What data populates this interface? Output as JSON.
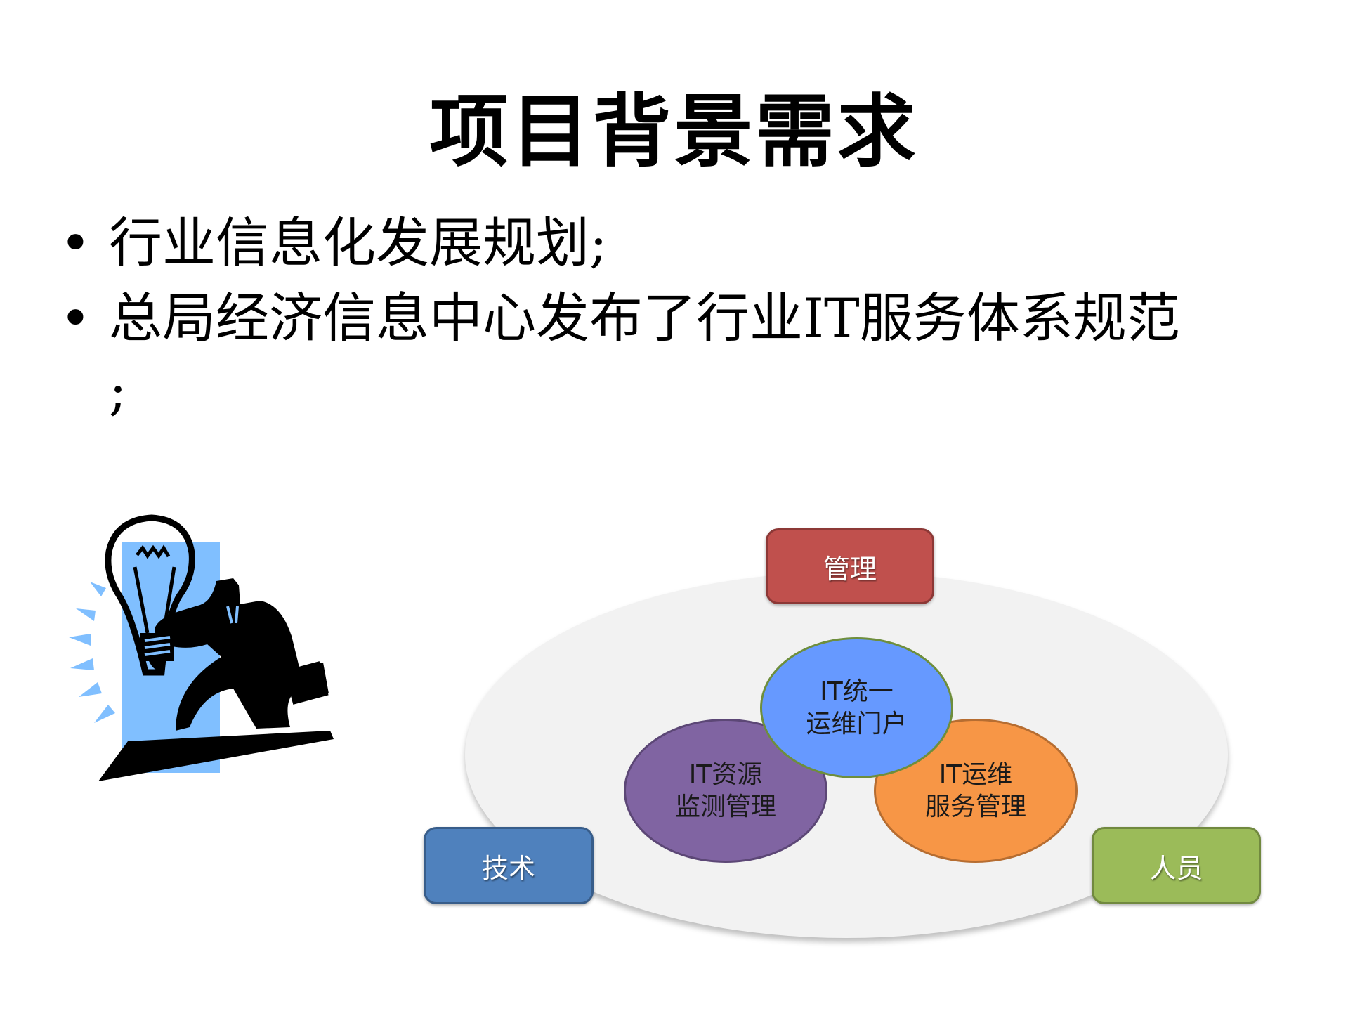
{
  "slide": {
    "title": "项目背景需求",
    "bullets": [
      {
        "marker": "•",
        "text": "行业信息化发展规划;"
      },
      {
        "marker": "•",
        "text": "总局经济信息中心发布了行业IT服务体系规范"
      }
    ],
    "bullet2_continuation": ";"
  },
  "clipart": {
    "icon": "businessman-lightbulb-icon",
    "colors": {
      "accent": "#80bfff",
      "figure": "#000000"
    }
  },
  "diagram": {
    "outer_boxes": {
      "management": {
        "label": "管理",
        "color": "#c0504d"
      },
      "technology": {
        "label": "技术",
        "color": "#4f81bd"
      },
      "people": {
        "label": "人员",
        "color": "#9bbb59"
      }
    },
    "circles": {
      "portal": {
        "line1": "IT统一",
        "line2": "运维门户",
        "color": "#6699ff"
      },
      "monitoring": {
        "line1": "IT资源",
        "line2": "监测管理",
        "color": "#8064a2"
      },
      "service": {
        "line1": "IT运维",
        "line2": "服务管理",
        "color": "#f79646"
      }
    },
    "background_color": "#f2f2f2"
  }
}
